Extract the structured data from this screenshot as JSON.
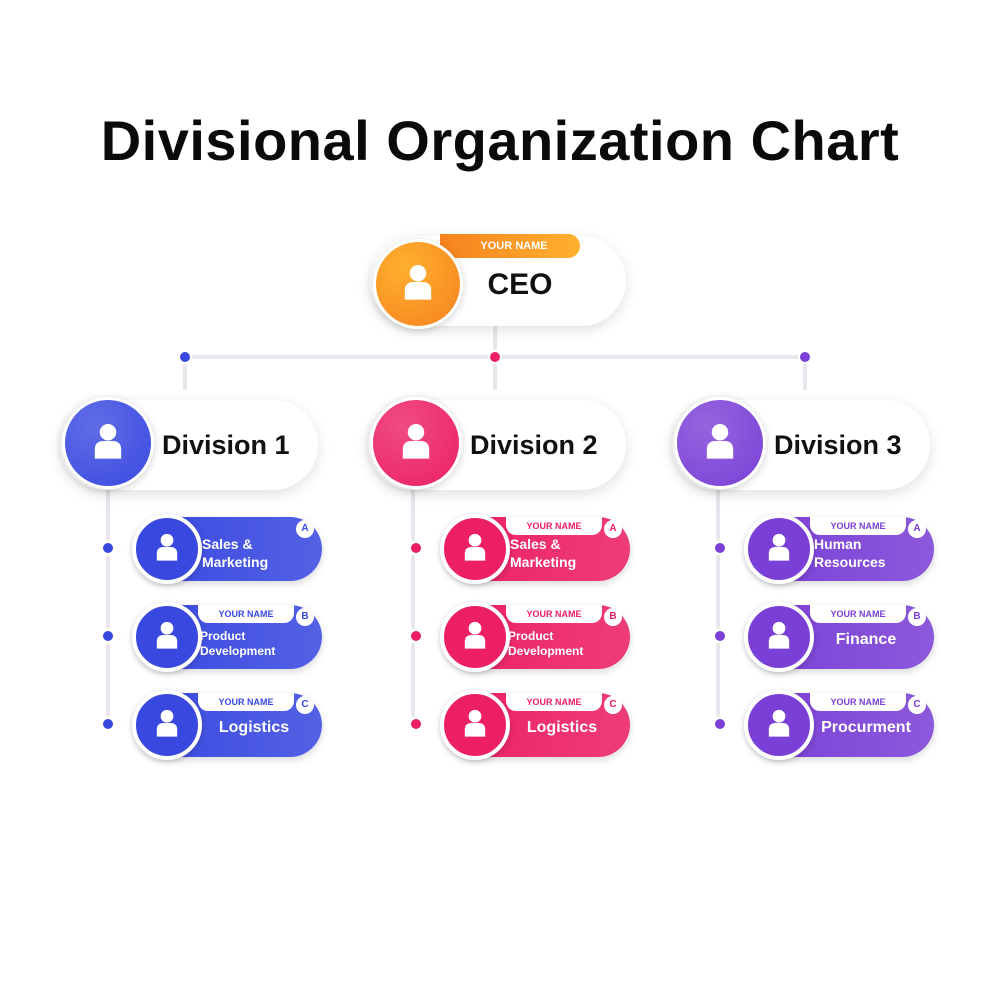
{
  "title": "Divisional Organization Chart",
  "colors": {
    "ceo": "#f5821f",
    "ceo_light": "#ffb02e",
    "division_1": "#3949e0",
    "division_2": "#ec1f63",
    "division_3": "#7a3fd6"
  },
  "ceo": {
    "tag": "YOUR NAME",
    "title": "CEO",
    "icon": "person-icon"
  },
  "divisions": [
    {
      "title": "Division 1",
      "units": [
        {
          "letter": "A",
          "tag": "",
          "label": "Sales &\nMarketing"
        },
        {
          "letter": "B",
          "tag": "YOUR NAME",
          "label": "Product\nDevelopment"
        },
        {
          "letter": "C",
          "tag": "YOUR NAME",
          "label": "Logistics"
        }
      ]
    },
    {
      "title": "Division 2",
      "units": [
        {
          "letter": "A",
          "tag": "YOUR NAME",
          "label": "Sales &\nMarketing"
        },
        {
          "letter": "B",
          "tag": "YOUR NAME",
          "label": "Product\nDevelopment"
        },
        {
          "letter": "C",
          "tag": "YOUR NAME",
          "label": "Logistics"
        }
      ]
    },
    {
      "title": "Division 3",
      "units": [
        {
          "letter": "A",
          "tag": "YOUR NAME",
          "label": "Human\nResources"
        },
        {
          "letter": "B",
          "tag": "YOUR NAME",
          "label": "Finance"
        },
        {
          "letter": "C",
          "tag": "YOUR NAME",
          "label": "Procurment"
        }
      ]
    }
  ]
}
